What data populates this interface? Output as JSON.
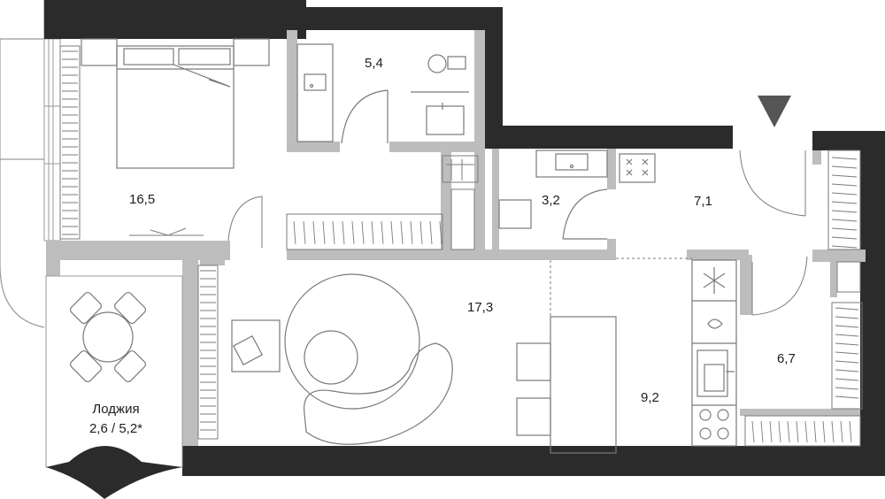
{
  "rooms": {
    "bedroom": "16,5",
    "bathroom": "5,4",
    "wc": "3,2",
    "hall": "7,1",
    "living": "17,3",
    "kitchen": "9,2",
    "wardrobe": "6,7"
  },
  "loggia": {
    "name": "Лоджия",
    "area": "2,6 / 5,2*"
  },
  "colors": {
    "wall": "#2b2b2b",
    "partition": "#bdbdbd",
    "line": "#7a7a7a",
    "entrance": "#555555"
  }
}
